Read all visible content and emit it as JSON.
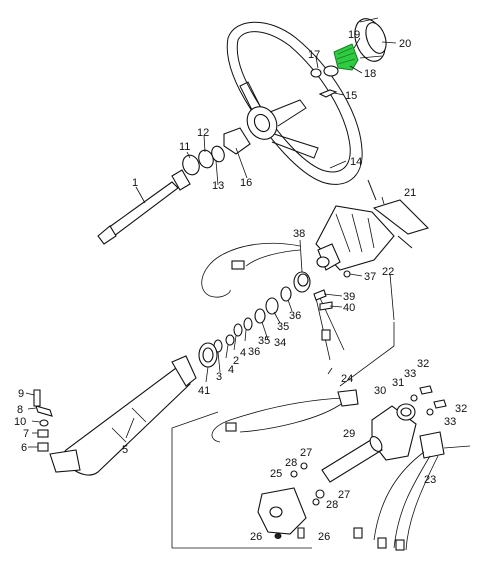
{
  "highlight_color": "#2ecc40",
  "highlighted_part": "18",
  "callouts": {
    "c1": "1",
    "c2": "2",
    "c3": "3",
    "c4a": "4",
    "c4b": "4",
    "c5": "5",
    "c6": "6",
    "c7": "7",
    "c8": "8",
    "c9": "9",
    "c10": "10",
    "c11": "11",
    "c12": "12",
    "c13": "13",
    "c14": "14",
    "c15": "15",
    "c16": "16",
    "c17": "17",
    "c18": "18",
    "c19": "19",
    "c20": "20",
    "c21": "21",
    "c22": "22",
    "c23": "23",
    "c24": "24",
    "c25": "25",
    "c26a": "26",
    "c26b": "26",
    "c27a": "27",
    "c27b": "27",
    "c28a": "28",
    "c28b": "28",
    "c29": "29",
    "c30": "30",
    "c31": "31",
    "c32a": "32",
    "c32b": "32",
    "c33a": "33",
    "c33b": "33",
    "c34": "34",
    "c35a": "35",
    "c35b": "35",
    "c36a": "36",
    "c36b": "36",
    "c37": "37",
    "c38": "38",
    "c39": "39",
    "c40": "40",
    "c41": "41"
  }
}
